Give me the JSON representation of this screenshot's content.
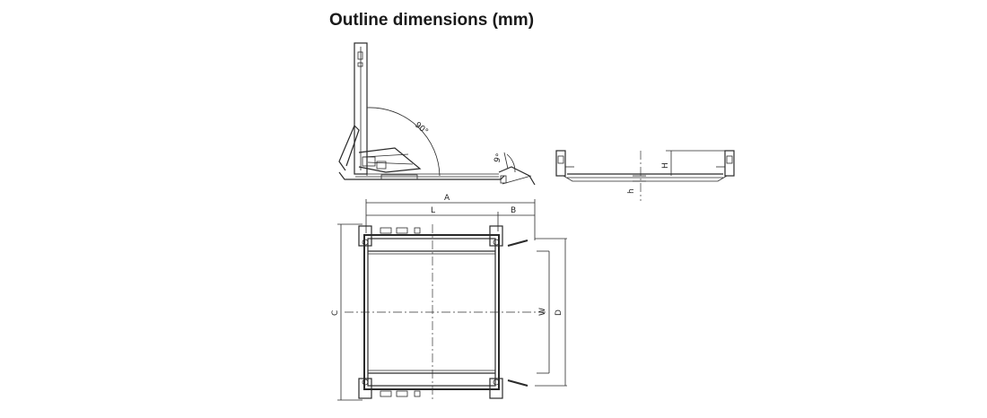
{
  "title": "Outline dimensions (mm)",
  "labels": {
    "angle_open": "90°",
    "angle_ramp": "9°",
    "A": "A",
    "L": "L",
    "B": "B",
    "C": "C",
    "W": "W",
    "D": "D",
    "H": "H",
    "h": "h"
  }
}
